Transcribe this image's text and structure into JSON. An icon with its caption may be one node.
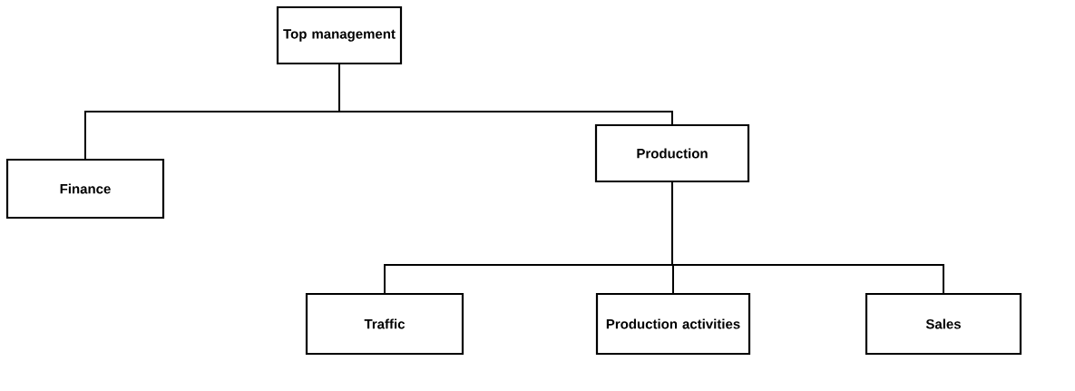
{
  "diagram": {
    "nodes": [
      {
        "text": [
          "Top management"
        ]
      },
      {
        "text": [
          "Finance"
        ]
      },
      {
        "text": [
          "Production"
        ]
      },
      {
        "text": [
          "Traffic"
        ]
      },
      {
        "text": [
          "Production activities"
        ]
      },
      {
        "text": [
          "Sales"
        ]
      }
    ],
    "edges": [
      {
        "from": 0,
        "to": 1,
        "arrow": "none"
      },
      {
        "from": 0,
        "to": 2,
        "arrow": "none"
      },
      {
        "from": 2,
        "to": 3,
        "arrow": "none"
      },
      {
        "from": 2,
        "to": 4,
        "arrow": "none"
      },
      {
        "from": 2,
        "to": 5,
        "arrow": "none"
      }
    ]
  }
}
